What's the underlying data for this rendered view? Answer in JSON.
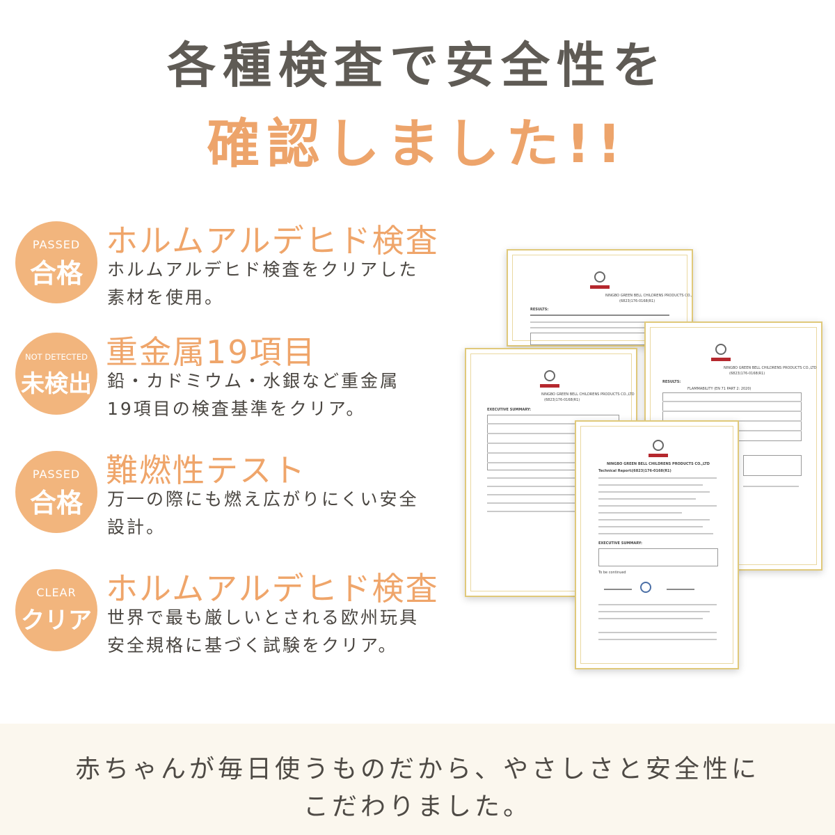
{
  "heading": {
    "line1": "各種検査で安全性を",
    "line2": "確認しました!!"
  },
  "items": [
    {
      "badge_en": "PASSED",
      "badge_jp": "合格",
      "title": "ホルムアルデヒド検査",
      "desc1": "ホルムアルデヒド検査をクリアした",
      "desc2": "素材を使用。"
    },
    {
      "badge_en": "NOT DETECTED",
      "badge_jp": "未検出",
      "title": "重金属19項目",
      "desc1": "鉛・カドミウム・水銀など重金属",
      "desc2": "19項目の検査基準をクリア。"
    },
    {
      "badge_en": "PASSED",
      "badge_jp": "合格",
      "title": "難燃性テスト",
      "desc1": "万一の際にも燃え広がりにくい安全",
      "desc2": "設計。"
    },
    {
      "badge_en": "CLEAR",
      "badge_jp": "クリア",
      "title": "ホルムアルデヒド検査",
      "desc1": "世界で最も厳しいとされる欧州玩具",
      "desc2": "安全規格に基づく試験をクリア。"
    }
  ],
  "documents": {
    "company": "NINGBO GREEN BELL CHILDRENS PRODUCTS CO.,LTD",
    "report_label": "Technical Report:",
    "report_no": "(6823)176-0168(R1)",
    "summary": "EXECUTIVE SUMMARY:",
    "results": "RESULTS:",
    "flammability": "FLAMMABILITY (EN 71 PART 2: 2020)",
    "continued": "To be continued"
  },
  "footer": {
    "line1": "赤ちゃんが毎日使うものだから、やさしさと安全性に",
    "line2": "こだわりました。"
  },
  "colors": {
    "accent": "#eda46b",
    "badge": "#f2b57d",
    "heading": "#5f5b55",
    "footer_bg": "#fbf7ee",
    "doc_border": "#e0c97a"
  }
}
